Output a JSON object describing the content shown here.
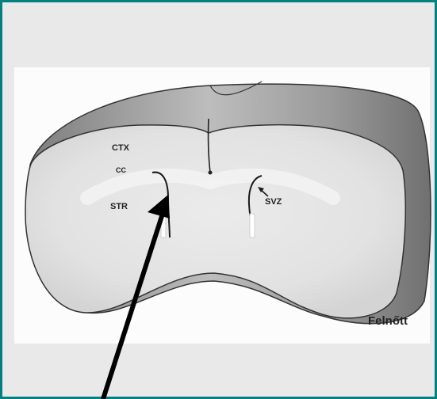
{
  "figure": {
    "labels": {
      "ctx": "CTX",
      "cc": "CC",
      "str": "STR",
      "svz": "SVZ",
      "caption": "Felnőtt"
    }
  },
  "colors": {
    "frame_border": "#008080",
    "frame_bg": "#e9e9e9",
    "panel_bg": "#fcfcfc",
    "brain_light": "#e0e0e0",
    "brain_dark": "#8a8a8a",
    "arrow": "#000000"
  }
}
